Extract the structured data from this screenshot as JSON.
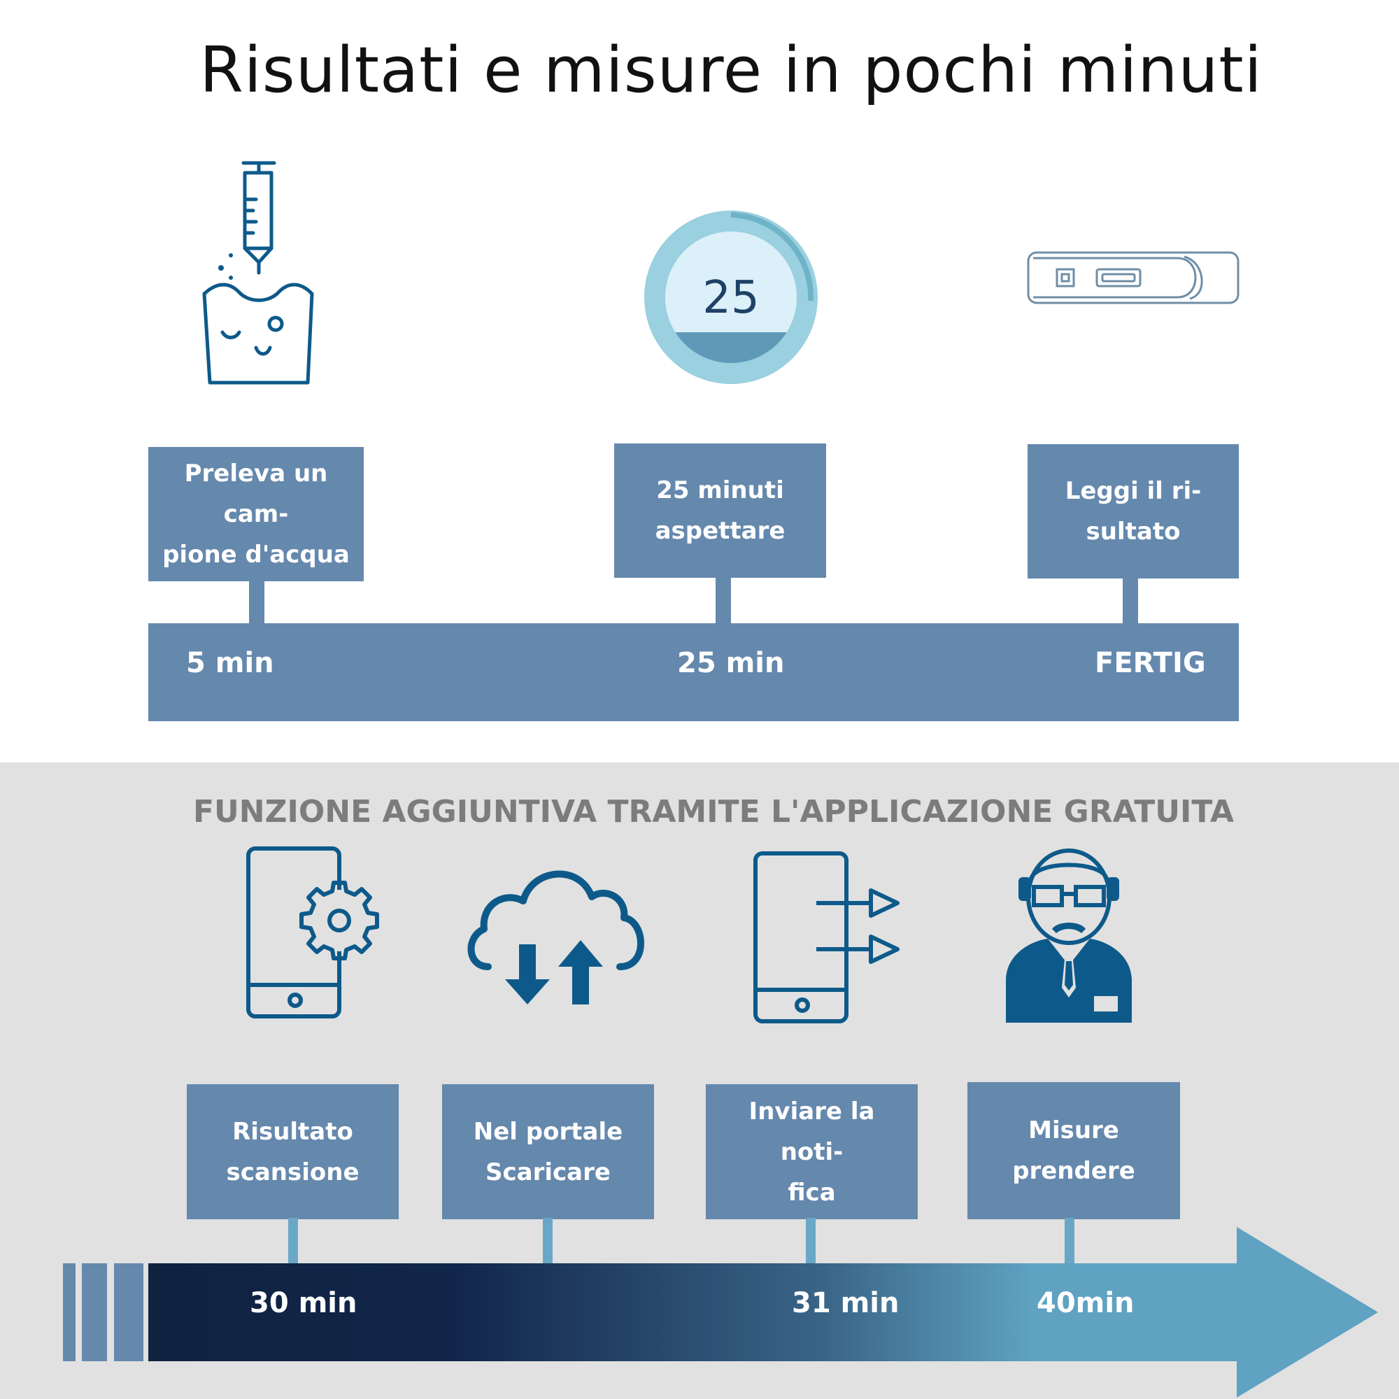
{
  "title": "Risultati e misure in pochi minuti",
  "timer_value": "25",
  "steps": [
    {
      "label": "Preleva un cam-\npione d'acqua",
      "time": "5 min"
    },
    {
      "label": "25 minuti\naspettare",
      "time": "25 min"
    },
    {
      "label": "Leggi il ri-\nsultato",
      "time": "FERTIG"
    }
  ],
  "app_section": {
    "subtitle": "FUNZIONE AGGIUNTIVA TRAMITE L'APPLICAZIONE GRATUITA",
    "steps": [
      {
        "label": "Risultato\nscansione"
      },
      {
        "label": "Nel portale\nScaricare"
      },
      {
        "label": "Inviare la noti-\nfica"
      },
      {
        "label": "Misure\nprendere"
      }
    ],
    "times": [
      "30 min",
      "31 min",
      "40min"
    ]
  },
  "icons": [
    "syringe-water-icon",
    "timer-icon",
    "test-strip-icon",
    "phone-settings-icon",
    "cloud-sync-icon",
    "phone-send-icon",
    "expert-person-icon"
  ],
  "colors": {
    "box": "#6588ad",
    "icon": "#0d5a8a",
    "gray_bg": "#e1e1e1",
    "arrow_dark": "#0f2240",
    "arrow_light": "#5fa2c2"
  }
}
